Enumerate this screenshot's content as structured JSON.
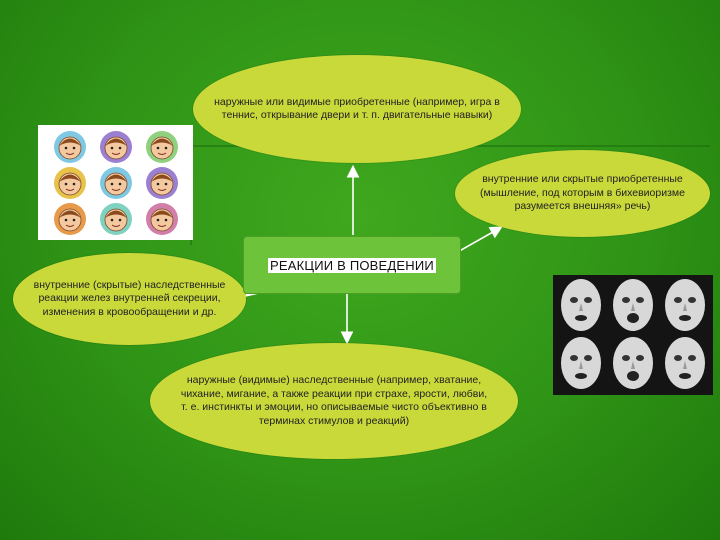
{
  "center": {
    "label": "РЕАКЦИИ В ПОВЕДЕНИИ"
  },
  "nodes": {
    "top": {
      "text": "наружные или видимые приобретенные (например, игра в теннис, открывание двери и т. п. двигательные навыки)"
    },
    "right": {
      "text": "внутренние или скрытые приобретенные (мышление, под которым в бихевиоризме разумеется внешняя» речь)"
    },
    "left": {
      "text": "внутренние (скрытые) наследственные реакции желез внутренней секреции, изменения в кровообращении и др."
    },
    "bottom": {
      "text": "наружные (видимые) наследственные (например, хватание, чихание, мигание, а также реакции при страхе, ярости, любви, т. е. инстинкты и эмоции, но описываемые чисто объективно в терминах стимулов и реакций)"
    }
  },
  "colors": {
    "background": "#2f9416",
    "ellipse": "#c9d93a",
    "center_box": "#6dc43a",
    "arrow": "#ffffff"
  },
  "images": {
    "faces_icon": "cartoon-faces-grid",
    "masks_icon": "theatre-masks-grid"
  }
}
